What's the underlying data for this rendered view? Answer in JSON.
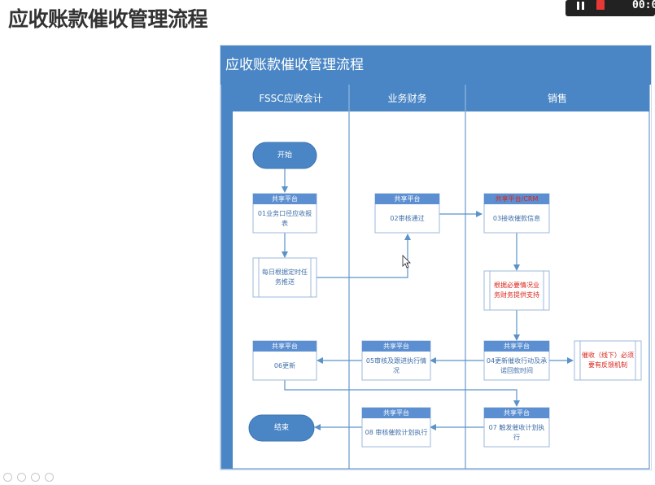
{
  "page": {
    "heading": "应收账款催收管理流程"
  },
  "player": {
    "time": "00:0",
    "pause_icon": "pause-icon",
    "record_icon": "record-icon"
  },
  "slide": {
    "title": "应收账款催收管理流程",
    "lanes": [
      "FSSC应收会计",
      "业务财务",
      "销售"
    ],
    "nodes": {
      "start": "开始",
      "end": "结束",
      "n01_head": "共享平台",
      "n01_body": "01业务口径应收报表",
      "n_daily": "每日根据定时任务推送",
      "n02_head": "共享平台",
      "n02_body": "02审核通过",
      "n03_head": "共享平台/CRM",
      "n03_body": "03接收催款信息",
      "n_support": "根据必要情况业务财务提供支持",
      "n04_head": "共享平台",
      "n04_body": "04更新催收行动及承诺回款时间",
      "n_offline": "催收（线下）必须要有反馈机制",
      "n05_head": "共享平台",
      "n05_body": "05审核及跟进执行情况",
      "n06_head": "共享平台",
      "n06_body": "06更新",
      "n07_head": "共享平台",
      "n07_body": "07 触发催收计划执行",
      "n08_head": "共享平台",
      "n08_body": "08 审核催款计划执行"
    }
  },
  "colors": {
    "title_bar": "#4a86c5",
    "lane_header": "#4a86c5",
    "node_header": "#5b8fd1",
    "node_text": "#3f6fa8",
    "connector": "#5b93c9",
    "red_text": "#d9241b"
  }
}
